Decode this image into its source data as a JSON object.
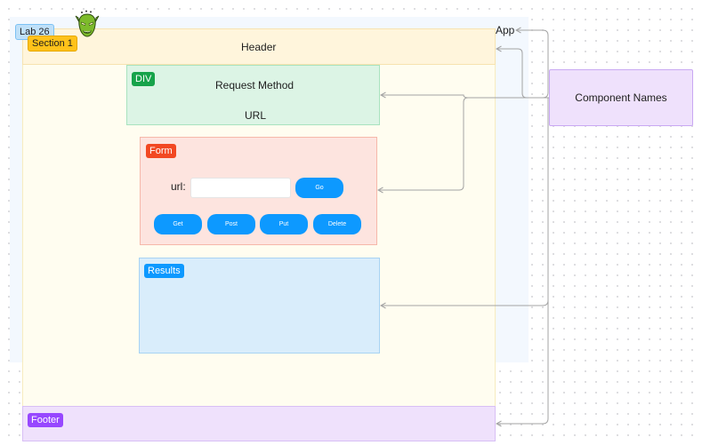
{
  "app_frame": {
    "label": "App"
  },
  "lab_tag": {
    "label": "Lab 26"
  },
  "section": {
    "tag": "Section 1",
    "header_label": "Header"
  },
  "div_frame": {
    "tag": "DIV",
    "method_label": "Request Method",
    "url_label": "URL"
  },
  "form_frame": {
    "tag": "Form",
    "url_label": "url:",
    "url_input_value": "",
    "go_label": "Go",
    "buttons": {
      "get": "Get",
      "post": "Post",
      "put": "Put",
      "delete": "Delete"
    }
  },
  "results_frame": {
    "tag": "Results"
  },
  "footer_frame": {
    "tag": "Footer"
  },
  "legend": {
    "label": "Component Names"
  },
  "colors": {
    "app_bg": "#f3f8fe",
    "section_bg": "#fffdf0",
    "header_bg": "#fff5dc",
    "div_bg": "#dcf4e5",
    "div_tag": "#16a34a",
    "form_bg": "#fde4df",
    "form_tag": "#f24822",
    "results_bg": "#d9edfb",
    "results_tag": "#0d99ff",
    "footer_bg": "#efe1fc",
    "footer_tag": "#9747ff",
    "section_tag": "#ffc21a",
    "lab_tag": "#bfe0f9",
    "button": "#0d99ff",
    "connector": "#a3a3a3"
  },
  "icons": {
    "avatar": "green-goblin-avatar-icon"
  }
}
